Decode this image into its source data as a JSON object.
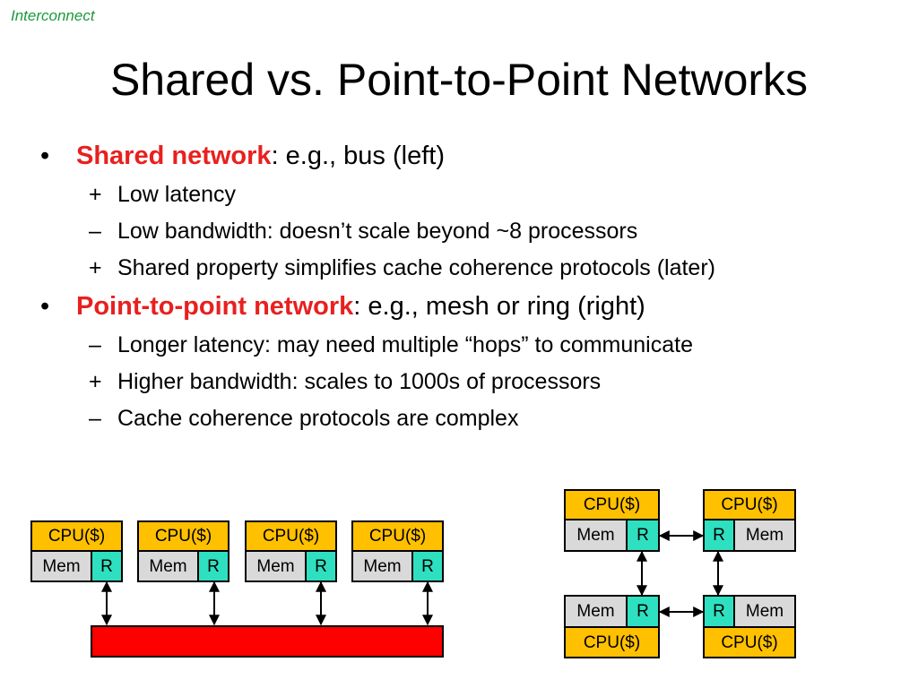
{
  "header": {
    "section": "Interconnect"
  },
  "title": "Shared vs. Point-to-Point Networks",
  "bullets": [
    {
      "highlight": "Shared network",
      "rest": ": e.g., bus (left)",
      "sub": [
        {
          "marker": "+",
          "text": "Low latency"
        },
        {
          "marker": "–",
          "text": "Low bandwidth: doesn’t scale beyond ~8 processors"
        },
        {
          "marker": "+",
          "text": "Shared property simplifies cache coherence protocols (later)"
        }
      ]
    },
    {
      "highlight": "Point-to-point network",
      "rest": ": e.g., mesh or ring (right)",
      "sub": [
        {
          "marker": "–",
          "text": "Longer latency: may need multiple “hops” to communicate"
        },
        {
          "marker": "+",
          "text": "Higher bandwidth: scales to 1000s of processors"
        },
        {
          "marker": "–",
          "text": "Cache coherence protocols are complex"
        }
      ]
    }
  ],
  "diagram": {
    "cpu_label": "CPU($)",
    "mem_label": "Mem",
    "router_label": "R",
    "colors": {
      "cpu": "#ffc000",
      "mem": "#d9d9d9",
      "router": "#2ee0c0",
      "bus": "#ff0000"
    }
  }
}
